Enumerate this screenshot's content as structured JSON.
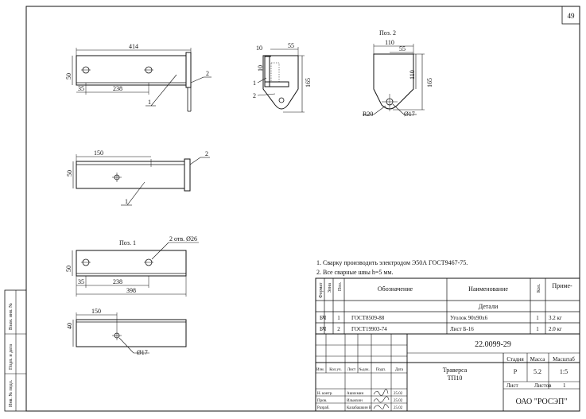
{
  "sheet": {
    "number": "49"
  },
  "side_stamp": [
    "Инв. № подл.",
    "Подп. и дата",
    "Взам. инв. №"
  ],
  "view1": {
    "d_width": "414",
    "d_height": "50",
    "d_left": "35",
    "d_mid": "238",
    "pos_1": "1",
    "pos_2": "2"
  },
  "view2": {
    "d_width": "150",
    "d_height": "50",
    "pos_1": "1",
    "pos_2": "2"
  },
  "side1": {
    "d_10a": "10",
    "d_10b": "10",
    "d_55": "55",
    "d_165": "165",
    "pos_1": "1",
    "pos_2": "2"
  },
  "poz2": {
    "title": "Поз. 2",
    "d_110": "110",
    "d_55": "55",
    "d_110v": "110",
    "d_165": "165",
    "radius": "R20",
    "hole": "Ø17"
  },
  "poz1": {
    "title": "Поз. 1",
    "holes": "2 отв. Ø26",
    "d_height": "50",
    "d_left": "35",
    "d_mid": "238",
    "d_total": "398"
  },
  "poz1_bottom": {
    "d_width": "150",
    "d_height": "40",
    "hole": "Ø17"
  },
  "notes": [
    "1. Сварку производить электродом Э50А ГОСТ9467-75.",
    "2. Все сварные швы h=5 мм."
  ],
  "spec": {
    "headers": {
      "format": "Формат",
      "zone": "Зона",
      "pos": "Поз.",
      "designation": "Обозначение",
      "name": "Наименование",
      "qty": "Кол.",
      "note": "Приме-"
    },
    "section": "Детали",
    "rows": [
      {
        "format": "БЧ",
        "pos": "1",
        "designation": "ГОСТ8509-88",
        "name": "Уголок 90х90х6",
        "qty": "1",
        "note": "3.2 кг"
      },
      {
        "format": "БЧ",
        "pos": "2",
        "designation": "ГОСТ19903-74",
        "name": "Лист Б-16",
        "qty": "1",
        "note": "2.0 кг"
      }
    ]
  },
  "title_block": {
    "code": "22.0099-29",
    "name_line1": "Траверса",
    "name_line2": "ТП10",
    "stage_label": "Стадия",
    "mass_label": "Масса",
    "scale_label": "Масштаб",
    "stage": "Р",
    "mass": "5.2",
    "scale": "1:5",
    "sheet_label": "Лист",
    "sheets_label": "Листов",
    "sheets": "1",
    "org": "ОАО \"РОСЭП\"",
    "col_headers": [
      "Изм.",
      "Кол.уч.",
      "Лист",
      "№док.",
      "Подп.",
      "Дата"
    ],
    "roles": [
      "Н. контр.",
      "Пров.",
      "Разраб."
    ],
    "names": [
      "Ашихмин",
      "Ильюхин",
      "Калабашкин В"
    ],
    "dates": [
      "25.02",
      "25.02",
      "25.02"
    ]
  }
}
